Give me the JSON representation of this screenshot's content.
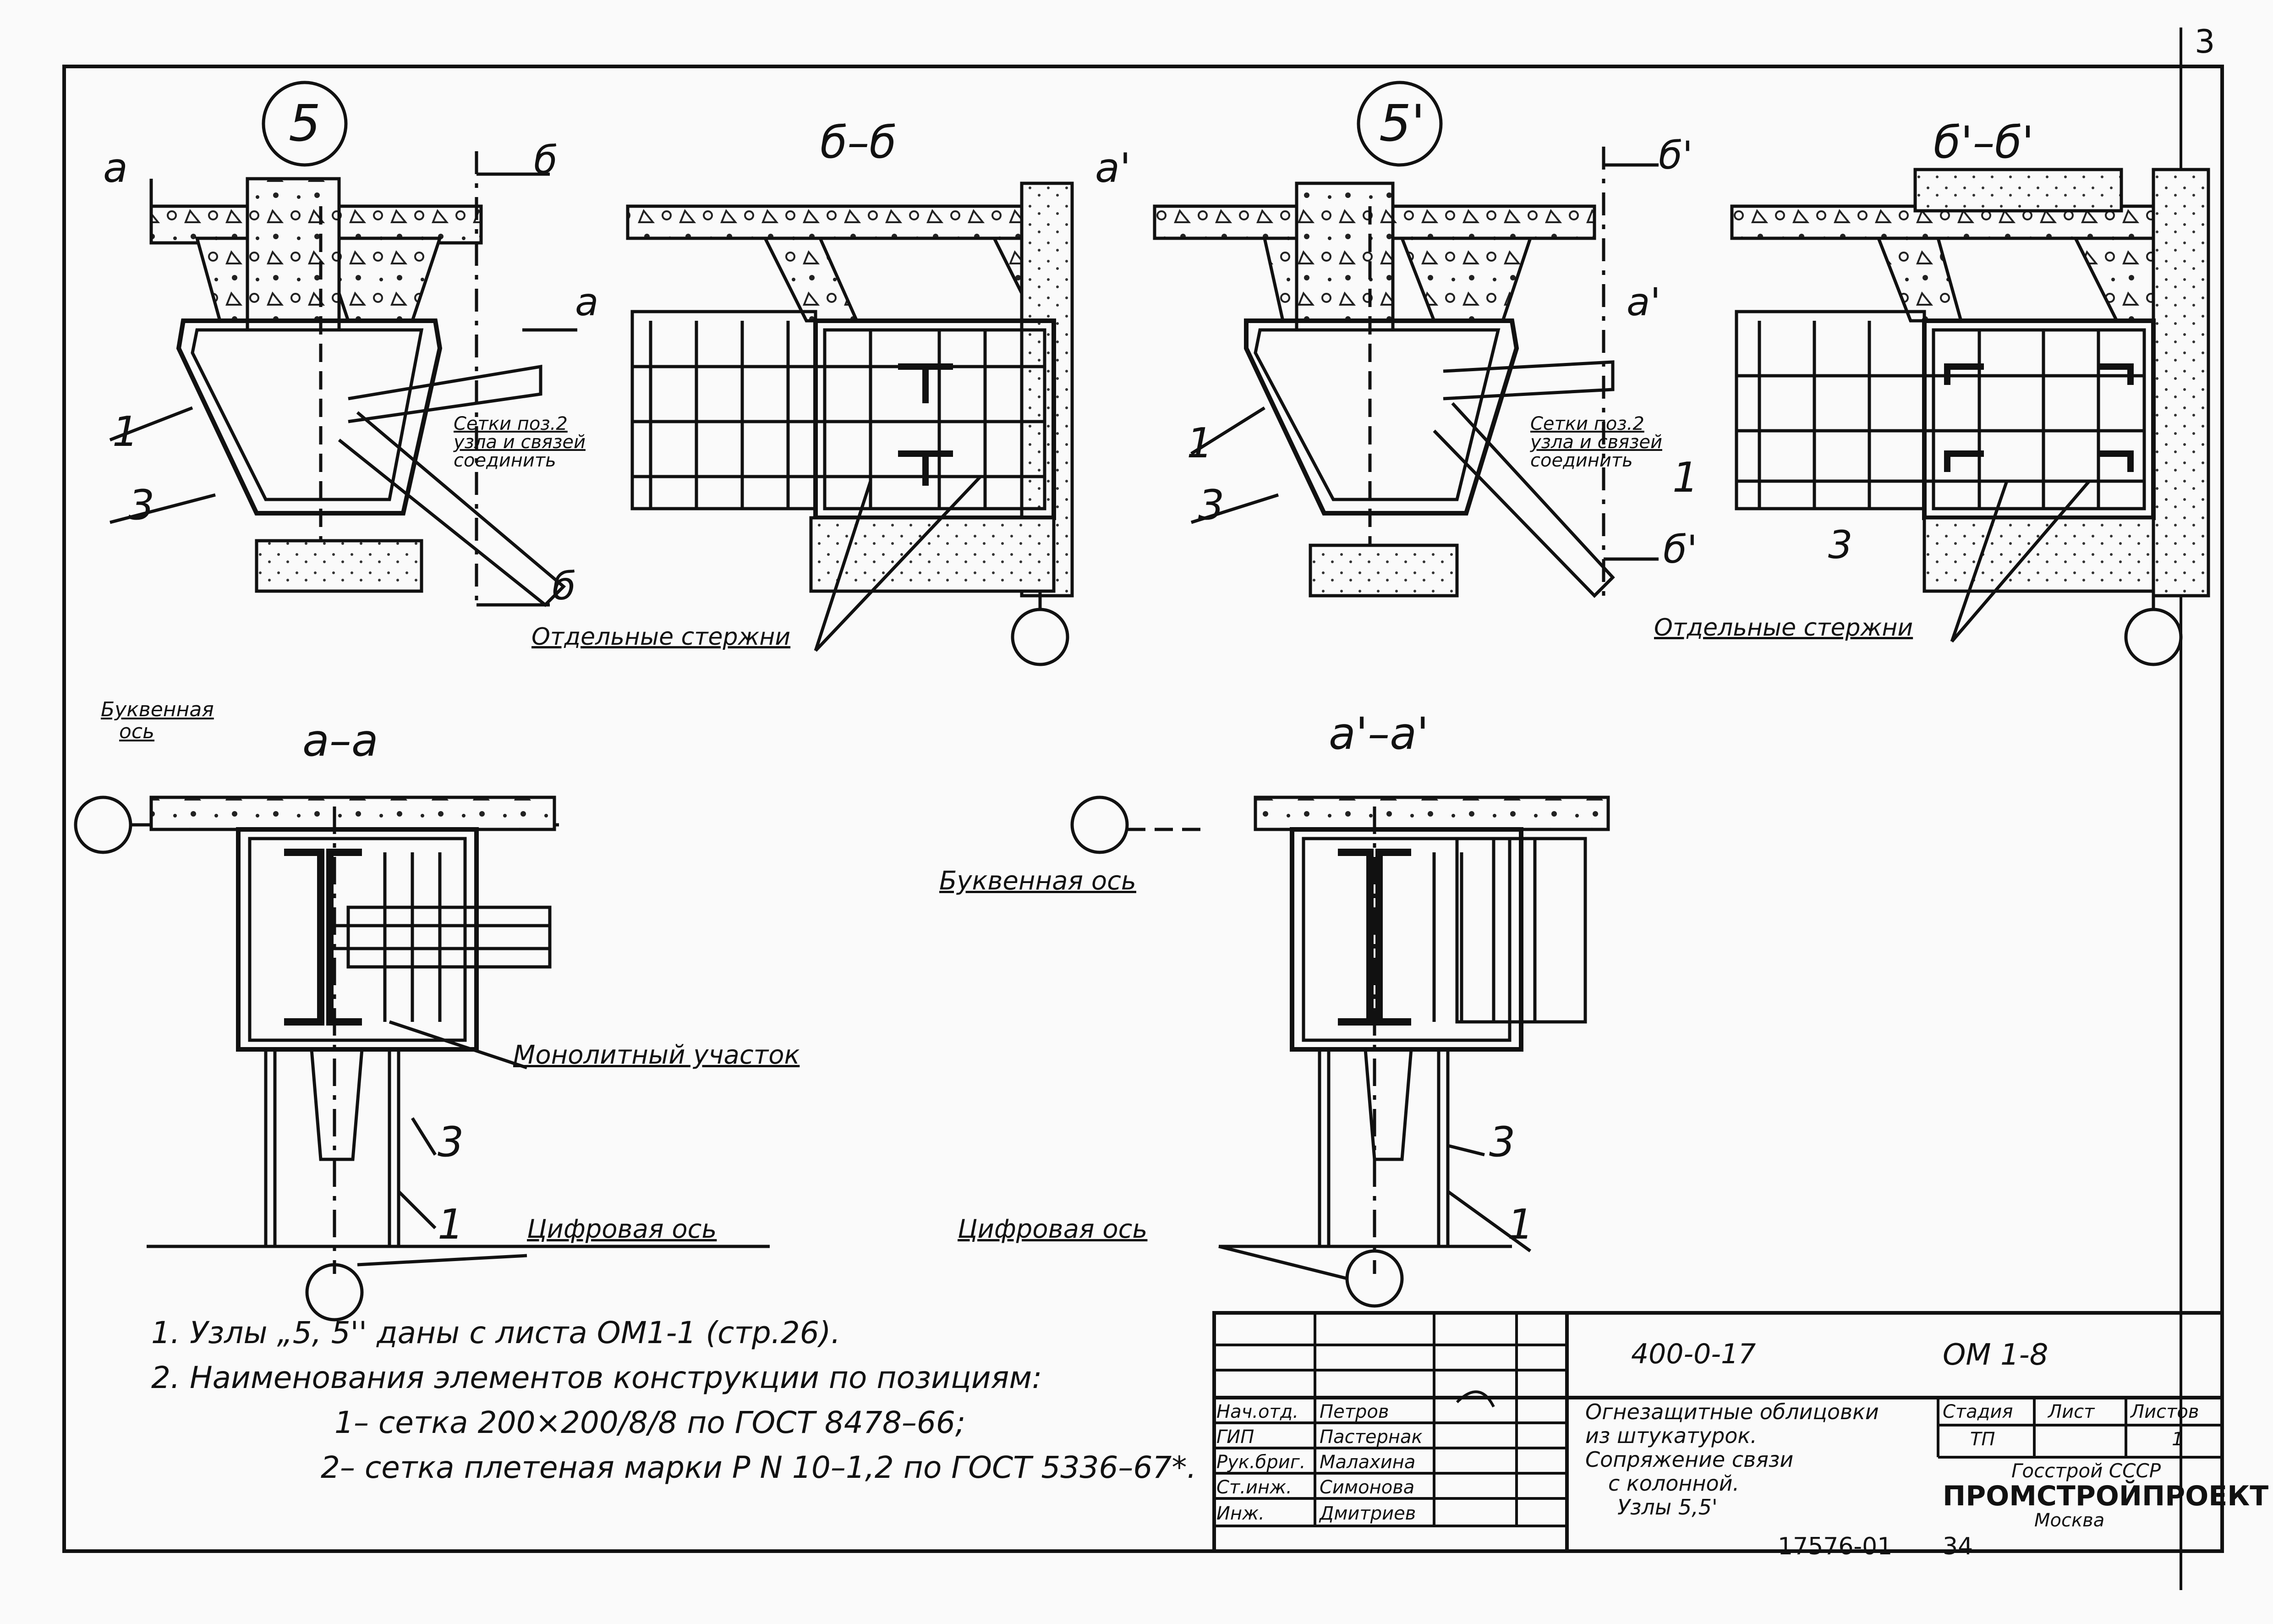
{
  "views": {
    "node5_marker": "5",
    "node5p_marker": "5'",
    "section_bb": "б–б",
    "section_bpbp": "б'–б'",
    "section_aa": "а–а",
    "section_apap": "а'–а'",
    "cut_a": "а",
    "cut_b": "б",
    "cut_ap": "а'",
    "cut_bp": "б'"
  },
  "callouts": {
    "pos1": "1",
    "pos3": "3",
    "mesh_note_line1": "Сетки поз.2",
    "mesh_note_line2": "узла и связей",
    "mesh_note_line3": "соединить",
    "separate_bars": "Отдельные стержни",
    "letter_axis_line1": "Буквенная",
    "letter_axis_line2": "ось",
    "letter_axis": "Буквенная ось",
    "monolithic": "Монолитный участок",
    "digit_axis": "Цифровая ось"
  },
  "notes": [
    "1. Узлы „5, 5'' даны с листа          ОМ1-1 (стр.26).",
    "2. Наименования элементов конструкции по позициям:",
    "1– сетка 200×200/8/8 по ГОСТ 8478–66;",
    "2– сетка плетеная марки Р N 10–1,2 по ГОСТ 5336–67*."
  ],
  "title_block": {
    "doc_code": "400-0-17",
    "sheet_code": "ОМ 1-8",
    "roles": [
      "Нач.отд.",
      "ГИП",
      "Рук.бриг.",
      "Ст.инж.",
      "Инж."
    ],
    "names": [
      "Петров",
      "Пастернак",
      "Малахина",
      "Симонова",
      "Дмитриев"
    ],
    "description": [
      "Огнезащитные облицовки",
      "из штукатурок.",
      "Сопряжение связи",
      "с колонной.",
      "Узлы 5,5'"
    ],
    "stage_label": "Стадия",
    "sheet_label": "Лист",
    "sheets_label": "Листов",
    "stage": "ТП",
    "sheets": "1",
    "org_line1": "Госстрой СССР",
    "org_line2": "ПРОМСТРОЙПРОЕКТ",
    "org_line3": "Москва",
    "archive_no": "17576-01",
    "page_no": "34",
    "corner_no": "3"
  }
}
